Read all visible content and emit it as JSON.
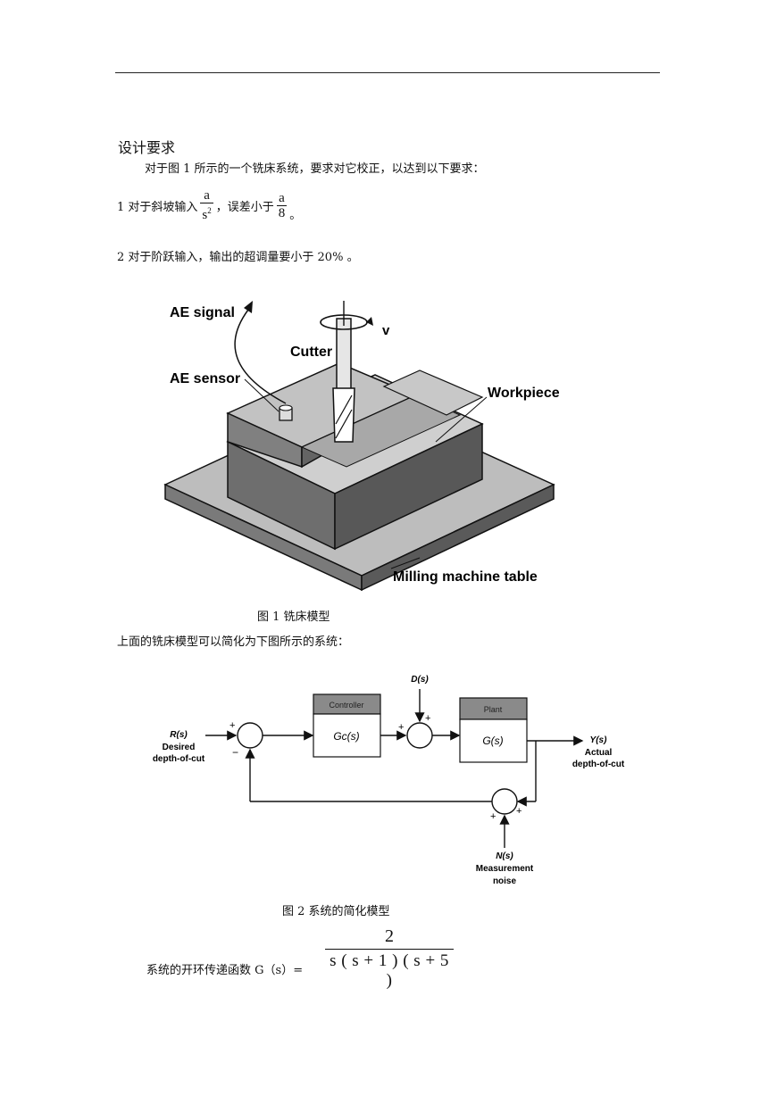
{
  "heading": "设计要求",
  "intro": "对于图 1 所示的一个铣床系统，要求对它校正，以达到以下要求：",
  "req1": {
    "prefix": "1 对于斜坡输入",
    "f1_num": "a",
    "f1_den": "s",
    "f1_exp": "2",
    "middle": "，误差小于",
    "f2_num": "a",
    "f2_den": "8",
    "end": "。"
  },
  "req2": "2 对于阶跃输入，输出的超调量要小于 20% 。",
  "figure1": {
    "labels": {
      "ae_signal": "AE signal",
      "cutter": "Cutter",
      "v": "v",
      "ae_sensor": "AE sensor",
      "workpiece": "Workpiece",
      "table": "Milling machine table"
    },
    "caption": "图 1  铣床模型"
  },
  "para2": "上面的铣床模型可以简化为下图所示的系统：",
  "figure2": {
    "labels": {
      "input": "R(s)",
      "input_desc1": "Desired",
      "input_desc2": "depth-of-cut",
      "controller": "Controller",
      "gc": "Gc(s)",
      "disturbance": "D(s)",
      "plant": "Plant",
      "g": "G(s)",
      "output": "Y(s)",
      "output_desc1": "Actual",
      "output_desc2": "depth-of-cut",
      "noise": "N(s)",
      "noise_desc1": "Measurement",
      "noise_desc2": "noise"
    },
    "caption": "图 2  系统的简化模型"
  },
  "transfer": {
    "label": "系统的开环传递函数 G（s）=",
    "numerator": "2",
    "denominator": "s ( s + 1 ) ( s + 5 )"
  }
}
